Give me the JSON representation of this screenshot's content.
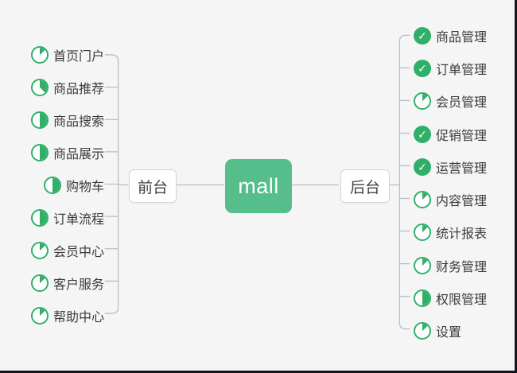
{
  "root": {
    "label": "mall"
  },
  "left_branch": {
    "label": "前台",
    "items": [
      {
        "label": "首页门户",
        "progress": 0.125
      },
      {
        "label": "商品推荐",
        "progress": 0.375
      },
      {
        "label": "商品搜索",
        "progress": 0.5
      },
      {
        "label": "商品展示",
        "progress": 0.5
      },
      {
        "label": "购物车",
        "progress": 0.5
      },
      {
        "label": "订单流程",
        "progress": 0.5
      },
      {
        "label": "会员中心",
        "progress": 0.125
      },
      {
        "label": "客户服务",
        "progress": 0.125
      },
      {
        "label": "帮助中心",
        "progress": 0.125
      }
    ]
  },
  "right_branch": {
    "label": "后台",
    "items": [
      {
        "label": "商品管理",
        "progress": 1
      },
      {
        "label": "订单管理",
        "progress": 1
      },
      {
        "label": "会员管理",
        "progress": 0.125
      },
      {
        "label": "促销管理",
        "progress": 1
      },
      {
        "label": "运营管理",
        "progress": 1
      },
      {
        "label": "内容管理",
        "progress": 0.125
      },
      {
        "label": "统计报表",
        "progress": 0.125
      },
      {
        "label": "财务管理",
        "progress": 0.125
      },
      {
        "label": "权限管理",
        "progress": 0.5
      },
      {
        "label": "设置",
        "progress": 0.125
      }
    ]
  },
  "icons": {
    "check": "✓"
  },
  "colors": {
    "root_green": "#55BE8B",
    "icon_green": "#2FAF68",
    "connector_gray": "#BDBDBD",
    "background": "#F5F5F6",
    "edge_dark": "#15151D"
  }
}
